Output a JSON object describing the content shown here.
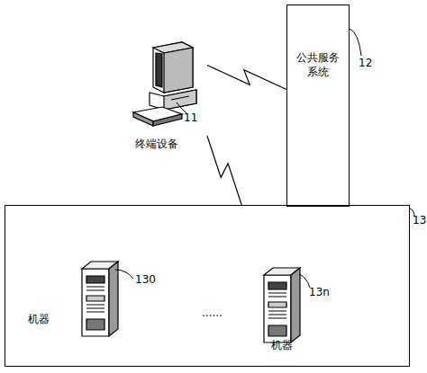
{
  "diagram": {
    "nodes": [
      {
        "text": [
          "终端设备"
        ]
      },
      {
        "text": [
          "公共服务系统"
        ]
      },
      {
        "text": [
          "13"
        ]
      },
      {
        "text": [
          "机器"
        ],
        "in": 2
      },
      {
        "text": [
          "机器"
        ],
        "in": 2
      }
    ],
    "edges": [
      {
        "from": 0,
        "to": 1,
        "arrow": "none"
      },
      {
        "from": 0,
        "to": 2,
        "arrow": "none"
      }
    ],
    "labels": [
      "11",
      "12",
      "130",
      "......",
      "13n"
    ]
  }
}
